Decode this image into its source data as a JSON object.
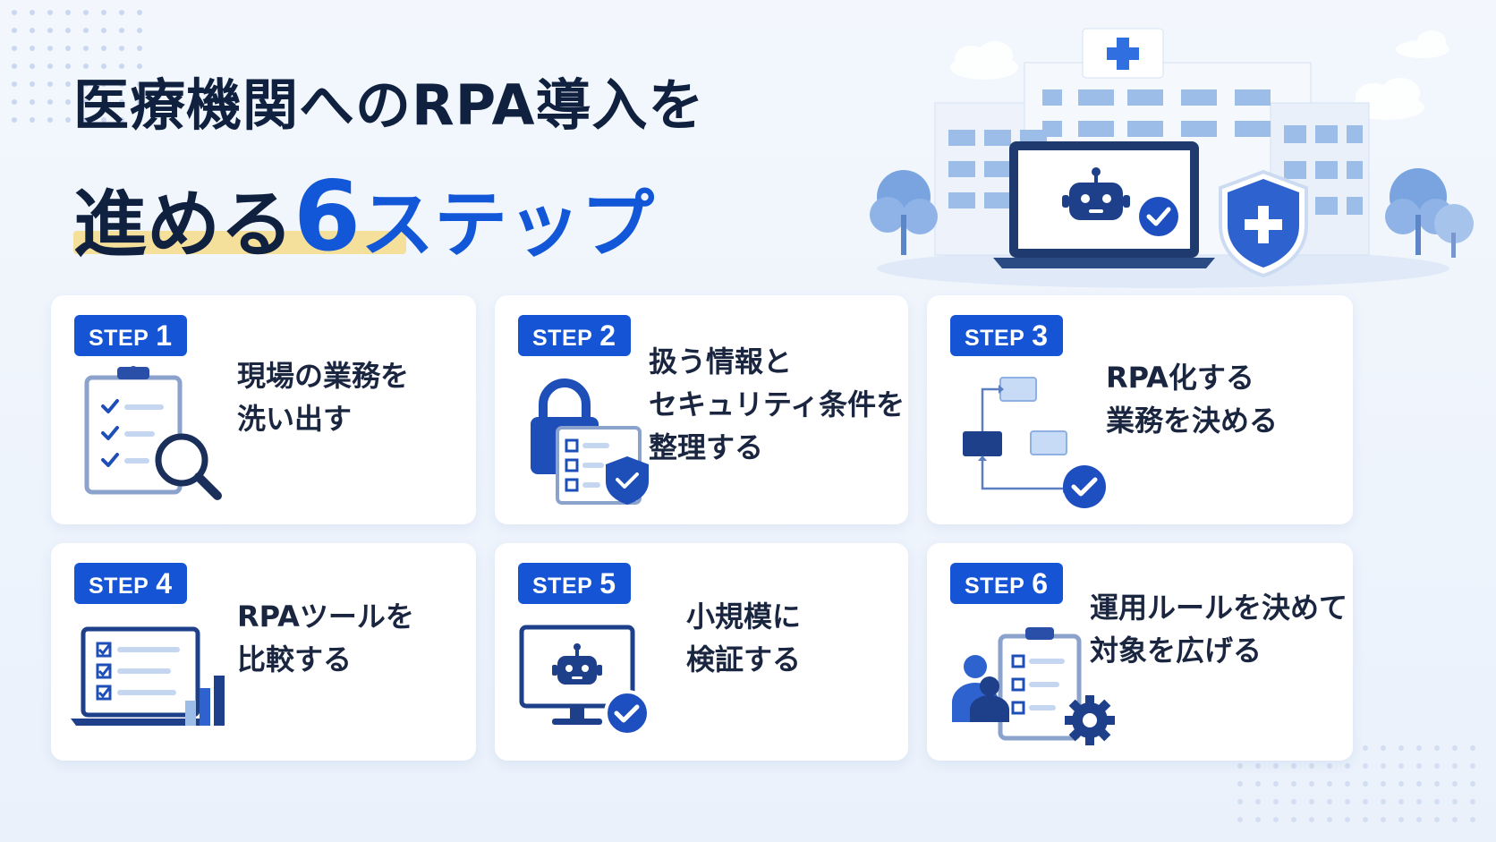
{
  "title": {
    "line1": "医療機関へのRPA導入を",
    "line2_prefix": "進める",
    "line2_number": "6",
    "line2_suffix": "ステップ"
  },
  "hero": {
    "icons": [
      "hospital-building",
      "laptop-icon",
      "robot-icon",
      "check-circle-icon",
      "shield-medical-icon",
      "tree-icon",
      "cloud-icon"
    ]
  },
  "colors": {
    "accent": "#1554d4",
    "title_dark": "#10203f",
    "highlight": "#f6dc8a",
    "icon_light": "#b7cff2",
    "background": "#f0f5fc"
  },
  "steps": [
    {
      "badge": "STEP",
      "num": "1",
      "lines": [
        "現場の業務を",
        "洗い出す"
      ],
      "icon": "clipboard-search-icon"
    },
    {
      "badge": "STEP",
      "num": "2",
      "lines": [
        "扱う情報と",
        "セキュリティ条件を",
        "整理する"
      ],
      "icon": "lock-checklist-shield-icon"
    },
    {
      "badge": "STEP",
      "num": "3",
      "lines": [
        "RPA化する",
        "業務を決める"
      ],
      "icon": "flowchart-check-icon"
    },
    {
      "badge": "STEP",
      "num": "4",
      "lines": [
        "RPAツールを",
        "比較する"
      ],
      "icon": "laptop-chart-icon"
    },
    {
      "badge": "STEP",
      "num": "5",
      "lines": [
        "小規模に",
        "検証する"
      ],
      "icon": "monitor-robot-check-icon"
    },
    {
      "badge": "STEP",
      "num": "6",
      "lines": [
        "運用ルールを決めて",
        "対象を広げる"
      ],
      "icon": "team-clipboard-gear-icon"
    }
  ]
}
